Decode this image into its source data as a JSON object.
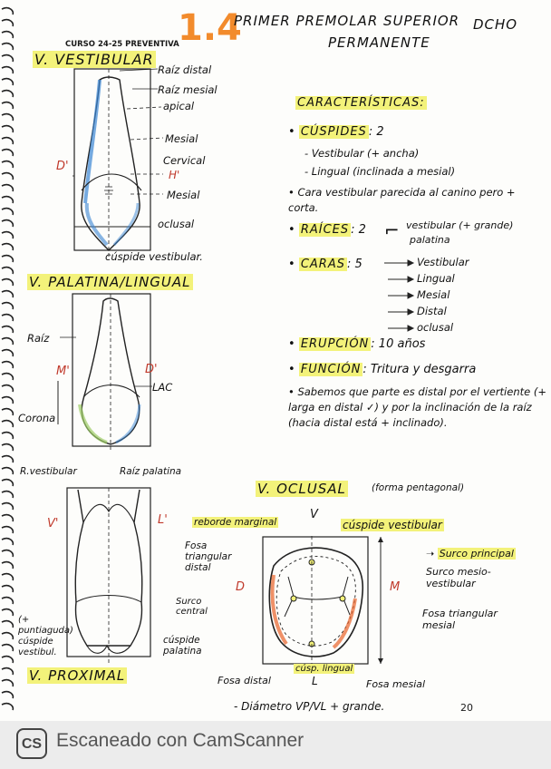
{
  "header": {
    "course": "CURSO 24-25 PREVENTIVA",
    "number": "1.4",
    "title_line1": "PRIMER PREMOLAR SUPERIOR",
    "title_side": "DCHO",
    "title_line2": "PERMANENTE",
    "page_number": "20"
  },
  "vestibular": {
    "heading": "V. VESTIBULAR",
    "labels": {
      "raiz_distal": "Raíz distal",
      "raiz_mesial": "Raíz mesial",
      "apical": "apical",
      "mesial": "Mesial",
      "cervical": "Cervical",
      "h": "H'",
      "mesial2": "Mesial",
      "oclusal": "oclusal",
      "d": "D'",
      "cuspide": "cúspide vestibular."
    }
  },
  "palatina": {
    "heading": "V. PALATINA/LINGUAL",
    "labels": {
      "raiz": "Raíz",
      "m": "M'",
      "d": "D'",
      "lac": "LAC",
      "corona": "Corona"
    }
  },
  "proximal": {
    "heading": "V. PROXIMAL",
    "labels": {
      "r_vestibular": "R.vestibular",
      "raiz_palatina": "Raíz palatina",
      "v": "V'",
      "l": "L'",
      "punti_note": "(+ puntiaguda) cúspide vestibul.",
      "cuspide_palatina": "cúspide palatina"
    }
  },
  "caracteristicas": {
    "heading": "CARACTERÍSTICAS:",
    "cuspides_label": "CÚSPIDES",
    "cuspides_value": ": 2",
    "cuspides_items": [
      "- Vestibular (+ ancha)",
      "- Lingual (inclinada a mesial)"
    ],
    "cara_note": "• Cara vestibular parecida al canino pero + corta.",
    "raices_label": "RAÍCES",
    "raices_value": ": 2",
    "raices_items": [
      "vestibular (+ grande)",
      "palatina"
    ],
    "caras_label": "CARAS",
    "caras_value": ": 5",
    "caras_items": [
      "Vestibular",
      "Lingual",
      "Mesial",
      "Distal",
      "oclusal"
    ],
    "erupcion_label": "ERUPCIÓN",
    "erupcion_value": ": 10 años",
    "funcion_label": "FUNCIÓN",
    "funcion_value": ": Tritura y desgarra",
    "sabemos_note": "• Sabemos que parte es distal por el vertiente (+ larga en distal ✓) y por la inclinación de la raíz (hacia distal está + inclinado)."
  },
  "oclusal": {
    "heading": "V. OCLUSAL",
    "heading_note": "(forma pentagonal)",
    "labels": {
      "v": "V",
      "reborde": "reborde marginal",
      "cuspide_vest": "cúspide vestibular",
      "fosa_tri_distal": "Fosa triangular distal",
      "d": "D",
      "surco_central": "Surco central",
      "m": "M",
      "surco_principal": "Surco principal",
      "surco_mesio": "Surco mesio-vestibular",
      "fosa_tri_mesial": "Fosa triangular mesial",
      "fosa_distal": "Fosa distal",
      "cusp_lingual": "cúsp. lingual",
      "fosa_mesial": "Fosa mesial",
      "l": "L"
    },
    "diametro": "- Diámetro VP/VL + grande."
  },
  "scanner": {
    "badge": "CS",
    "text": "Escaneado con CamScanner"
  },
  "colors": {
    "highlight": "#f3f27a",
    "blue": "#3a86d4",
    "green": "#9ccc65",
    "red": "#d9534f",
    "orange": "#e8632a",
    "number_orange": "#f28b2c"
  }
}
